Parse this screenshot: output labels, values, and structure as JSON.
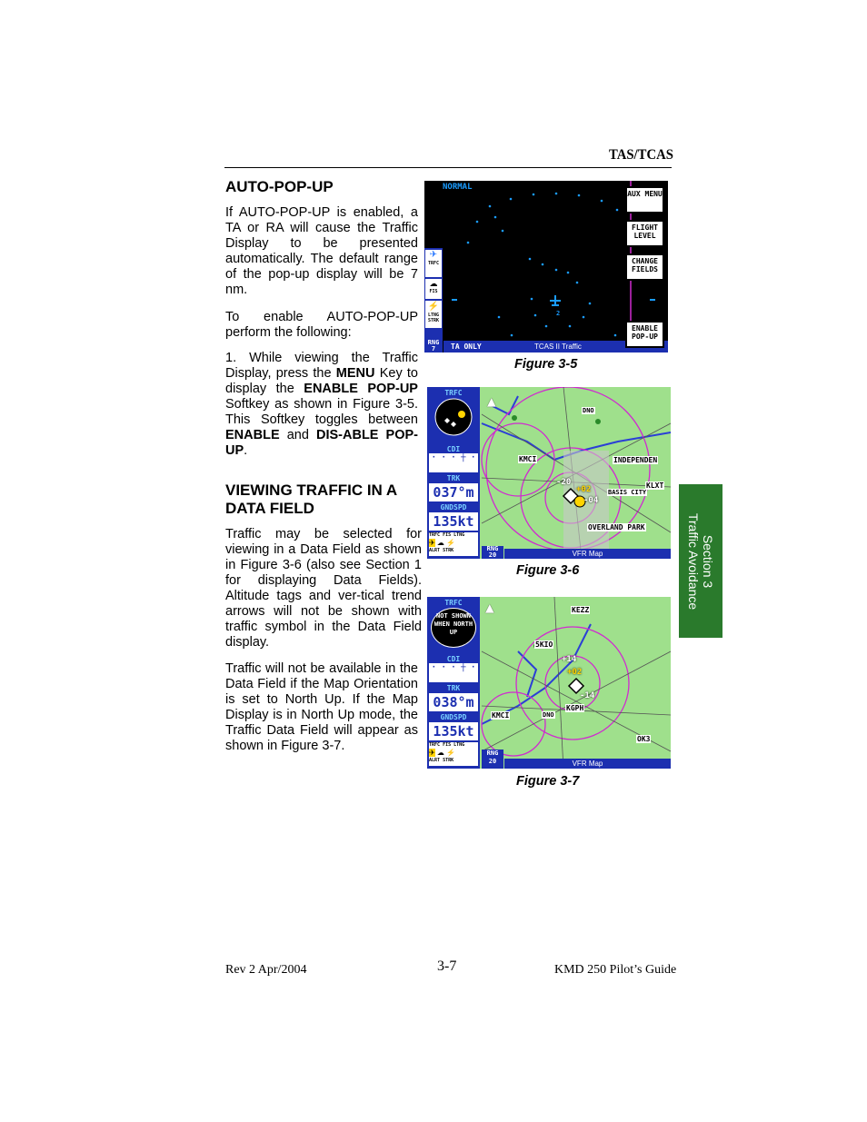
{
  "header": {
    "section_title": "TAS/TCAS"
  },
  "sections": {
    "autopopup": {
      "heading": "AUTO-POP-UP",
      "para1": "If AUTO-POP-UP is enabled, a TA or RA will cause the Traffic Display to be presented automatically. The default range of the pop-up display will be 7 nm.",
      "para2": "To enable AUTO-POP-UP perform the following:",
      "step1_a": "1. While viewing the Traffic Display, press the ",
      "step1_menu": "MENU",
      "step1_b": " Key to display the ",
      "step1_enable_popup": "ENABLE POP-UP",
      "step1_c": " Softkey as shown in Figure 3-5. This Softkey toggles between ",
      "step1_enable": "ENABLE",
      "step1_d": " and ",
      "step1_disable": "DIS-ABLE POP-UP",
      "step1_e": "."
    },
    "viewing": {
      "heading_line1": "VIEWING TRAFFIC IN A",
      "heading_line2": "DATA FIELD",
      "para1": "Traffic may be selected for viewing in a Data Field as shown in Figure 3-6 (also see Section 1 for displaying Data Fields). Altitude tags and ver-tical trend arrows will not be shown with traffic symbol in the Data Field display.",
      "para2": "Traffic will not be available in the Data Field if the Map Orientation is set to North Up. If the Map Display is in North Up mode, the Traffic Data Field will appear as shown in Figure 3-7."
    }
  },
  "figures": {
    "fig5": {
      "caption": "Figure 3-5",
      "mode": "NORMAL",
      "softkeys": [
        "AUX MENU",
        "FLIGHT LEVEL",
        "CHANGE FIELDS",
        "ENABLE POP-UP"
      ],
      "side_labels": [
        "TRFC",
        "FIS",
        "LTNG STRK"
      ],
      "rng_label": "RNG",
      "rng_value": "7",
      "status_left": "TA ONLY",
      "status_right": "TCAS II Traffic",
      "target_alt": "2"
    },
    "fig6": {
      "caption": "Figure 3-6",
      "fields": {
        "trfc": "TRFC",
        "cdi": "CDI",
        "trk_label": "TRK",
        "trk_value": "037°m",
        "gs_label": "GNDSPD",
        "gs_value": "135kt"
      },
      "tabs": [
        "TRFC",
        "FIS",
        "LTNG",
        "ALRT",
        "STRK"
      ],
      "rng_label": "RNG",
      "rng_value": "20",
      "map_title": "VFR Map",
      "places": [
        "KMCI",
        "INDEPENDEN",
        "KLXT",
        "OVERLAND PARK",
        "DNO",
        "BASIS CITY"
      ],
      "traffic": [
        "-20",
        "+02",
        "-04"
      ]
    },
    "fig7": {
      "caption": "Figure 3-7",
      "fields": {
        "trfc": "TRFC",
        "nosh": "NOT SHOWN WHEN NORTH UP",
        "cdi": "CDI",
        "trk_label": "TRK",
        "trk_value": "038°m",
        "gs_label": "GNDSPD",
        "gs_value": "135kt"
      },
      "tabs": [
        "TRFC",
        "FIS",
        "LTNG",
        "ALRT",
        "STRK"
      ],
      "rng_label": "RNG",
      "rng_value": "20",
      "map_title": "VFR Map",
      "places": [
        "KEZZ",
        "5KIO",
        "KGPH",
        "KMCI",
        "DNO",
        "OK3"
      ],
      "traffic": [
        "+14",
        "+02",
        "-14"
      ]
    }
  },
  "side_tab": {
    "line1": "Section 3",
    "line2": "Traffic Avoidance"
  },
  "footer": {
    "left": "Rev 2 Apr/2004",
    "center": "3-7",
    "right": "KMD 250 Pilot’s Guide"
  },
  "colors": {
    "tab_green": "#2a7a2c",
    "radar_blue": "#1a9cff",
    "map_green": "#9fe08c",
    "panel_blue": "#1c2fb0",
    "ring_magenta": "#d02ad0"
  }
}
